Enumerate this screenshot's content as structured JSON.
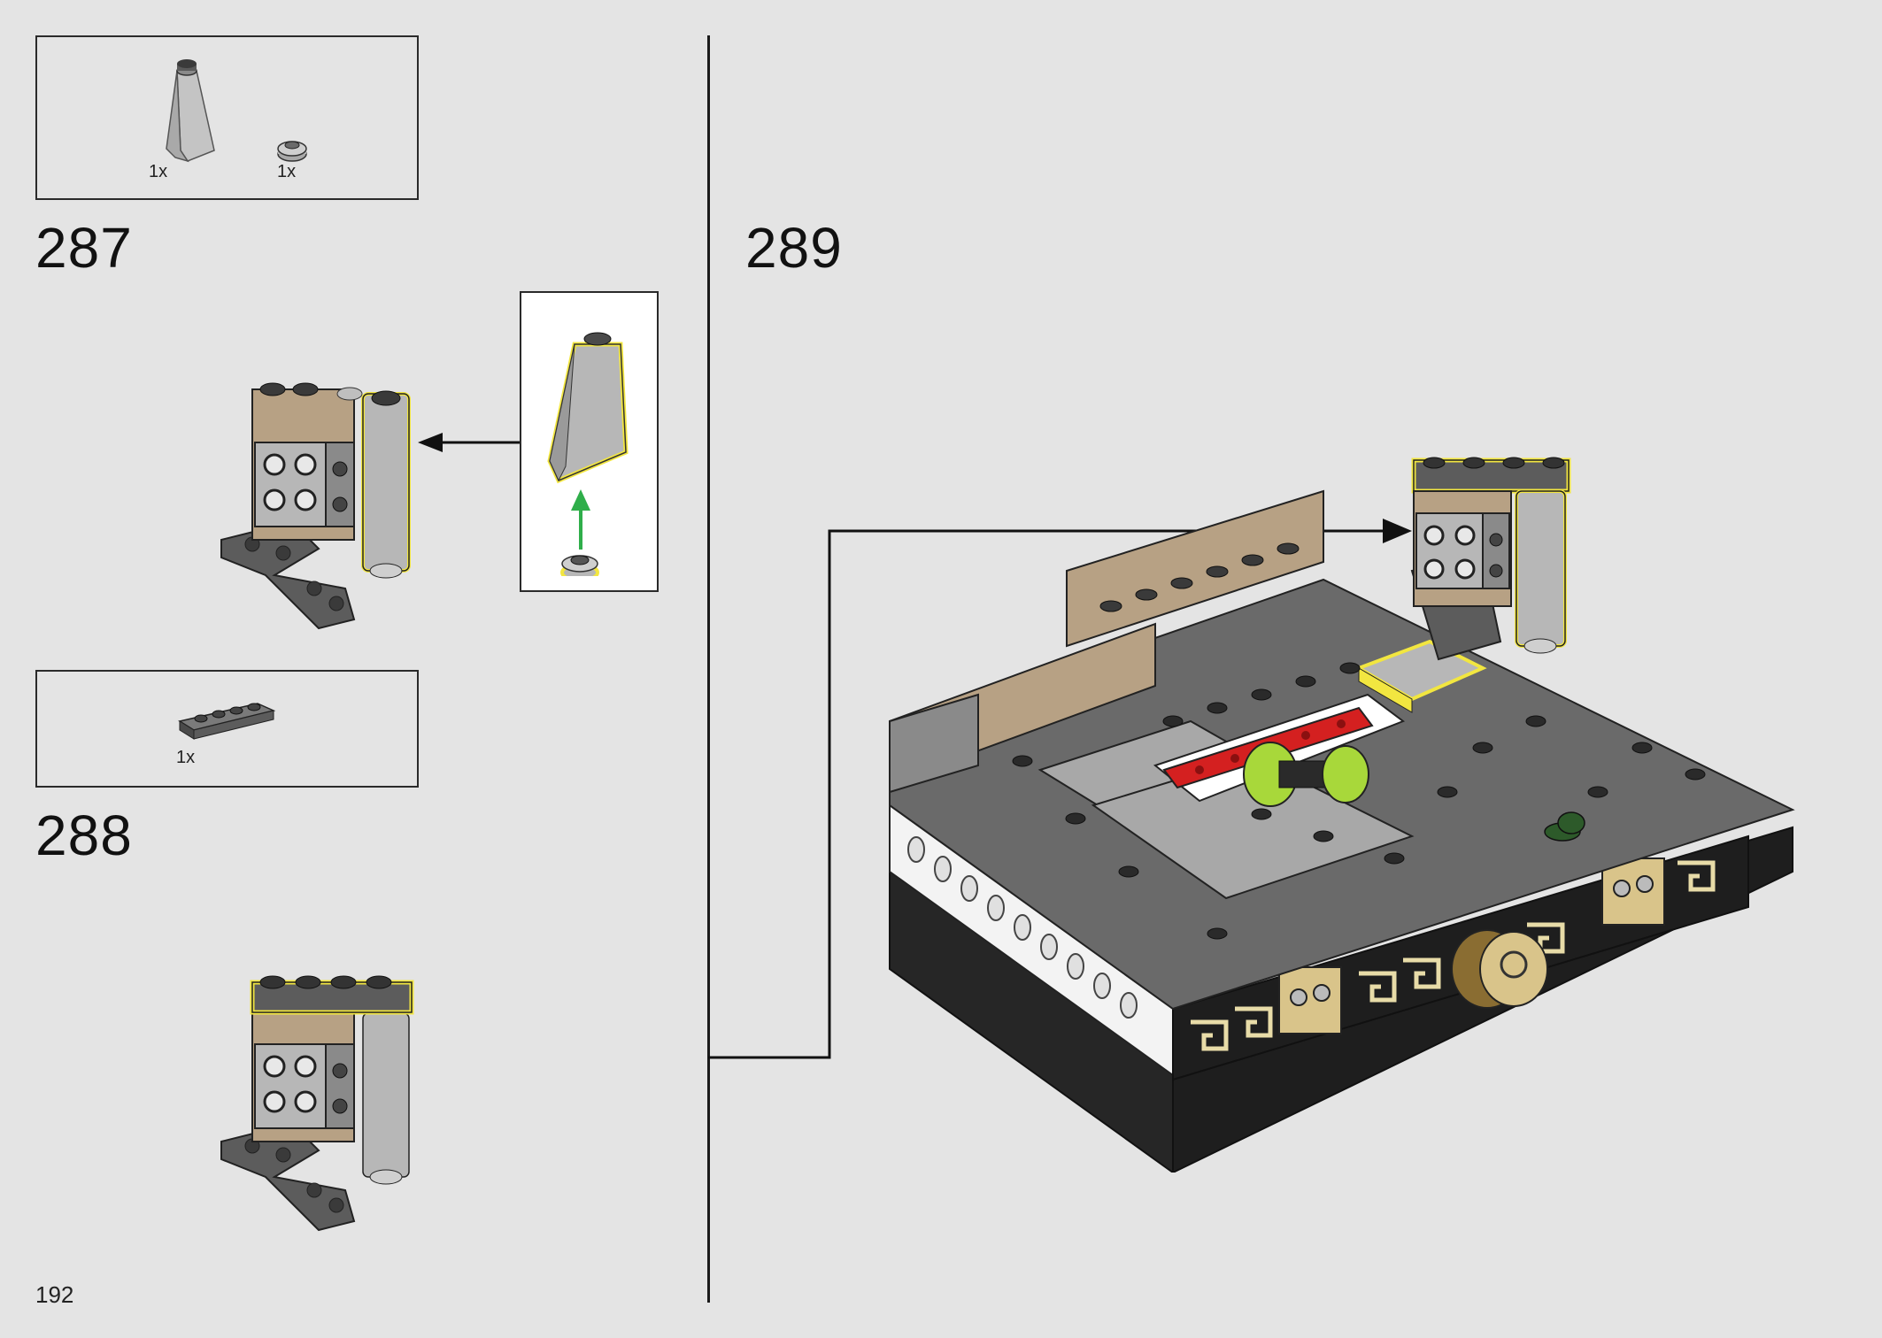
{
  "page": {
    "page_number": "192"
  },
  "steps": [
    {
      "number": "287",
      "parts": [
        {
          "qty": "1x",
          "part": "slope-brick-icon",
          "color": "#b7b7b7"
        },
        {
          "qty": "1x",
          "part": "round-plate-icon",
          "color": "#b7b7b7"
        }
      ]
    },
    {
      "number": "288",
      "parts": [
        {
          "qty": "1x",
          "part": "plate-1x4-icon",
          "color": "#6c6c6c"
        }
      ]
    },
    {
      "number": "289",
      "parts": []
    }
  ],
  "colors": {
    "background": "#e4e4e4",
    "highlight": "#f2e640",
    "insert_arrow": "#2fae4a",
    "light_gray": "#b7b7b7",
    "dark_gray": "#5c5c5c",
    "tan": "#b7a184",
    "red": "#d42020",
    "lime": "#a8d83a",
    "black": "#262626",
    "gold": "#d9c48a"
  }
}
